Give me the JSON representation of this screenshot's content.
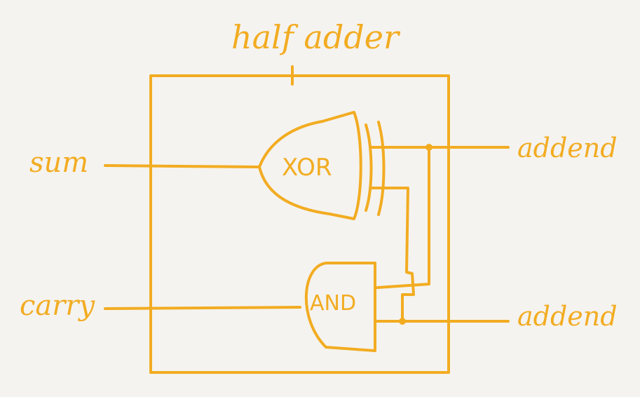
{
  "diagram": {
    "title": "half adder",
    "gates": {
      "xor": "XOR",
      "and": "AND"
    },
    "outputs": {
      "sum": "sum",
      "carry": "carry"
    },
    "inputs": {
      "top": "addend",
      "bottom": "addend"
    },
    "stroke_color": "#f2ac22",
    "background_color": "#f5f3ef"
  }
}
